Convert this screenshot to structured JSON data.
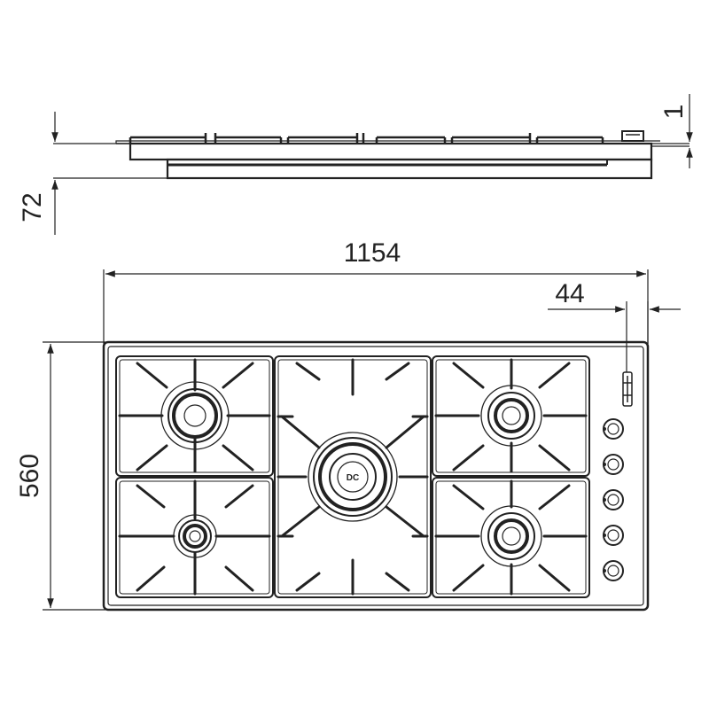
{
  "dimensions": {
    "width_label": "1154",
    "depth_label": "560",
    "height_label": "72",
    "top_gap_label": "1",
    "side_margin_label": "44"
  },
  "logo": {
    "text": "DC"
  },
  "hob": {
    "burner_count": 5,
    "knob_count": 5
  }
}
